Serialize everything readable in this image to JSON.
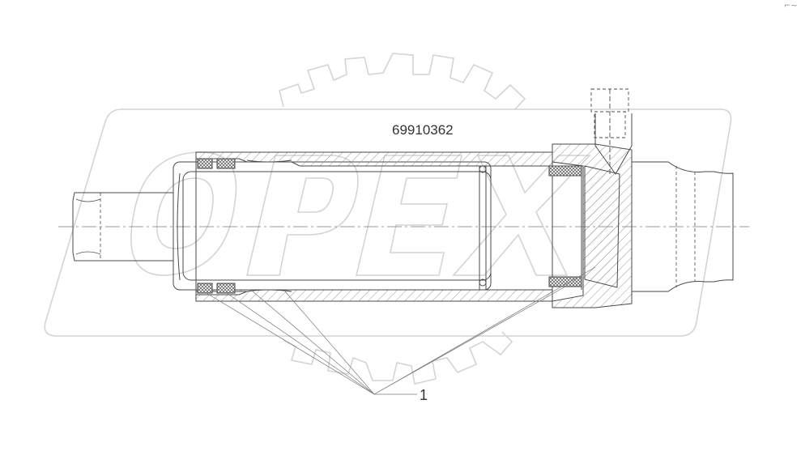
{
  "drawing": {
    "part_number": "69910362",
    "callouts": [
      {
        "label": "1"
      }
    ],
    "watermark": {
      "logo_text": "OPEX",
      "color": "#d4d4d4"
    },
    "corner_mark": "⌐~",
    "colors": {
      "line": "#4a4a4a",
      "hatch": "#9a9a9a",
      "centerline": "#7a7a7a",
      "seal": "#666666",
      "background": "#ffffff"
    },
    "icons": [
      "gear-watermark-icon",
      "opex-logo-icon"
    ]
  }
}
